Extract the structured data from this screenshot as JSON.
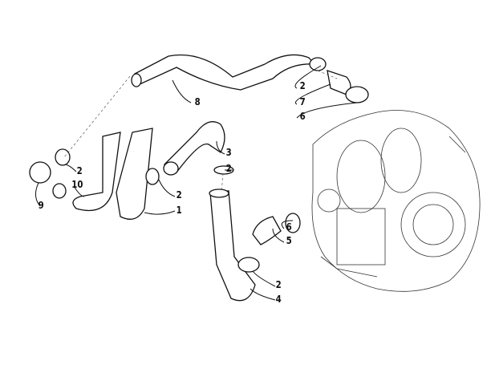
{
  "diagram": {
    "callouts": [
      {
        "id": "c8",
        "label": "8"
      },
      {
        "id": "c2a",
        "label": "2"
      },
      {
        "id": "c7",
        "label": "7"
      },
      {
        "id": "c6a",
        "label": "6"
      },
      {
        "id": "c3",
        "label": "3"
      },
      {
        "id": "c2b",
        "label": "2"
      },
      {
        "id": "c2c",
        "label": "2"
      },
      {
        "id": "c10",
        "label": "10"
      },
      {
        "id": "c9",
        "label": "9"
      },
      {
        "id": "c2d",
        "label": "2"
      },
      {
        "id": "c1",
        "label": "1"
      },
      {
        "id": "c6b",
        "label": "6"
      },
      {
        "id": "c5",
        "label": "5"
      },
      {
        "id": "c2e",
        "label": "2"
      },
      {
        "id": "c4",
        "label": "4"
      }
    ]
  }
}
